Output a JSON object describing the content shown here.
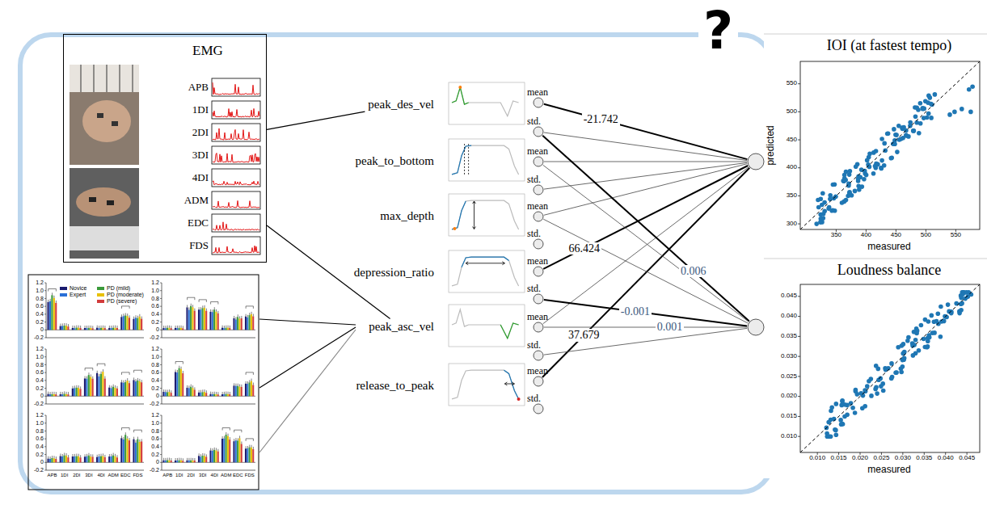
{
  "diagram": {
    "nodes": [
      {
        "text": [
          "?"
        ]
      },
      {
        "text": [
          "EMG"
        ],
        "in": 0
      },
      {
        "text": [
          "peak_des_vel"
        ],
        "in": 0
      },
      {
        "text": [
          "peak_to_bottom"
        ],
        "in": 0
      },
      {
        "text": [
          "max_depth"
        ],
        "in": 0
      },
      {
        "text": [
          "depression_ratio"
        ],
        "in": 0
      },
      {
        "text": [
          "peak_asc_vel"
        ],
        "in": 0
      },
      {
        "text": [
          "release_to_peak"
        ],
        "in": 0
      },
      {
        "text": [
          "mean"
        ],
        "in": 0
      },
      {
        "text": [
          "std."
        ],
        "in": 0
      },
      {
        "text": [
          "mean"
        ],
        "in": 0
      },
      {
        "text": [
          "std."
        ],
        "in": 0
      },
      {
        "text": [
          "mean"
        ],
        "in": 0
      },
      {
        "text": [
          "std."
        ],
        "in": 0
      },
      {
        "text": [
          "mean"
        ],
        "in": 0
      },
      {
        "text": [
          "std."
        ],
        "in": 0
      },
      {
        "text": [
          "mean"
        ],
        "in": 0
      },
      {
        "text": [
          "std."
        ],
        "in": 0
      },
      {
        "text": [
          "mean"
        ],
        "in": 0
      },
      {
        "text": [
          "std."
        ],
        "in": 0
      },
      {
        "text": [
          "IOI (at fastest tempo)",
          "predicted",
          "measured"
        ]
      },
      {
        "text": [
          "Loudness balance",
          "measured"
        ]
      }
    ],
    "edges": [
      {
        "from": 1,
        "to": 2,
        "arrow": "none"
      },
      {
        "from": 1,
        "to": 6,
        "arrow": "none"
      },
      {
        "from": 8,
        "to": 20,
        "label": "-21.742",
        "arrow": "none"
      },
      {
        "from": 9,
        "to": 20,
        "arrow": "none"
      },
      {
        "from": 10,
        "to": 20,
        "arrow": "none"
      },
      {
        "from": 11,
        "to": 20,
        "arrow": "none"
      },
      {
        "from": 12,
        "to": 20,
        "arrow": "none"
      },
      {
        "from": 14,
        "to": 20,
        "label": "66.424",
        "arrow": "none"
      },
      {
        "from": 16,
        "to": 20,
        "arrow": "none"
      },
      {
        "from": 18,
        "to": 20,
        "label": "37.679",
        "arrow": "none"
      },
      {
        "from": 9,
        "to": 21,
        "label": "0.006",
        "arrow": "none"
      },
      {
        "from": 15,
        "to": 21,
        "label": "-0.001",
        "arrow": "none"
      },
      {
        "from": 16,
        "to": 21,
        "label": "0.001",
        "arrow": "none"
      },
      {
        "from": 10,
        "to": 21,
        "arrow": "none"
      },
      {
        "from": 12,
        "to": 21,
        "arrow": "none"
      },
      {
        "from": 17,
        "to": 21,
        "arrow": "none"
      }
    ],
    "labels": [
      "APB",
      "1DI",
      "2DI",
      "3DI",
      "4DI",
      "ADM",
      "EDC",
      "FDS",
      "1.2",
      "1.0",
      "0.8",
      "0.6",
      "0.4",
      "0.2",
      "0",
      "-0.2",
      "1.2",
      "1.0",
      "0.8",
      "0.6",
      "0.4",
      "0.2",
      "0",
      "-0.2",
      "1.2",
      "1.0",
      "0.8",
      "0.6",
      "0.4",
      "0.2",
      "0",
      "-0.2",
      "1.2",
      "1.0",
      "0.8",
      "0.6",
      "0.4",
      "0.2",
      "0",
      "-0.2",
      "1.2",
      "1.0",
      "0.8",
      "0.6",
      "0.4",
      "0.2",
      "0",
      "-0.2",
      "1.2",
      "1.0",
      "0.8",
      "0.6",
      "0.4",
      "0.2",
      "0",
      "-0.2",
      "APB",
      "1DI",
      "2DI",
      "3DI",
      "4DI",
      "ADM",
      "EDC",
      "FDS",
      "APB",
      "1DI",
      "2DI",
      "3DI",
      "4DI",
      "ADM",
      "EDC",
      "FDS",
      "550",
      "500",
      "450",
      "400",
      "350",
      "300",
      "350",
      "400",
      "450",
      "500",
      "550",
      "0.045",
      "0.040",
      "0.035",
      "0.030",
      "0.025",
      "0.020",
      "0.015",
      "0.010",
      "0.010",
      "0.015",
      "0.020",
      "0.025",
      "0.030",
      "0.035",
      "0.040",
      "0.045"
    ],
    "legend": [
      {
        "text": "Novice",
        "color": "#1a1a6e"
      },
      {
        "text": "Expert",
        "color": "#2a6fd6"
      },
      {
        "text": "PD (mild)",
        "color": "#3a9a3a"
      },
      {
        "text": "PD (moderate)",
        "color": "#e8c000"
      },
      {
        "text": "PD (severe)",
        "color": "#d23c3c"
      }
    ]
  }
}
